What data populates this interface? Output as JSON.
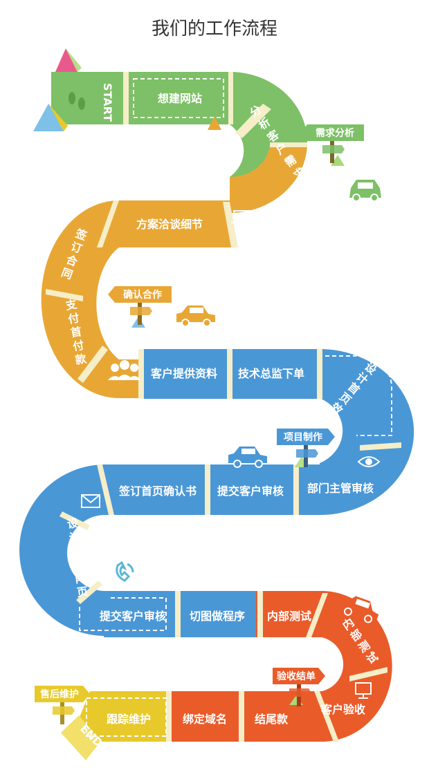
{
  "title": "我们的工作流程",
  "start_label": "START",
  "end_label": "END",
  "colors": {
    "green": "#7dc067",
    "orange": "#e8a735",
    "blue": "#4a97d6",
    "red": "#ea5b2a",
    "yellow": "#e8c92b",
    "divider": "#f5eec8"
  },
  "stages": [
    {
      "id": "s1",
      "label": "想建网站"
    },
    {
      "id": "s2",
      "label": "分析客户需求"
    },
    {
      "id": "s3",
      "label": "方案洽谈细节"
    },
    {
      "id": "s4",
      "label": "签订合同"
    },
    {
      "id": "s5",
      "label": "支付首付款"
    },
    {
      "id": "s6",
      "label": "客户提供资料"
    },
    {
      "id": "s7",
      "label": "技术总监下单"
    },
    {
      "id": "s8",
      "label": "设计首页效果图"
    },
    {
      "id": "s9",
      "label": "部门主管审核"
    },
    {
      "id": "s10",
      "label": "提交客户审核"
    },
    {
      "id": "s11",
      "label": "签订首页确认书"
    },
    {
      "id": "s12",
      "label": "设计师出内页"
    },
    {
      "id": "s13",
      "label": "提交客户审核"
    },
    {
      "id": "s14",
      "label": "切图做程序"
    },
    {
      "id": "s15",
      "label": "内部测试"
    },
    {
      "id": "s16",
      "label": "内部测试"
    },
    {
      "id": "s17",
      "label": "客户验收"
    },
    {
      "id": "s18",
      "label": "结尾款"
    },
    {
      "id": "s19",
      "label": "绑定域名"
    },
    {
      "id": "s20",
      "label": "跟踪维护"
    }
  ],
  "signs": [
    {
      "id": "g1",
      "label": "需求分析"
    },
    {
      "id": "g2",
      "label": "确认合作"
    },
    {
      "id": "g3",
      "label": "项目制作"
    },
    {
      "id": "g4",
      "label": "验收结单"
    },
    {
      "id": "g5",
      "label": "售后维护"
    }
  ],
  "icons": [
    "footprints-icon",
    "coffee-cup-icon",
    "people-group-icon",
    "eye-icon",
    "envelope-icon",
    "phone-icon",
    "monitor-icon",
    "car-icon",
    "signpost-icon",
    "tent-icon"
  ]
}
